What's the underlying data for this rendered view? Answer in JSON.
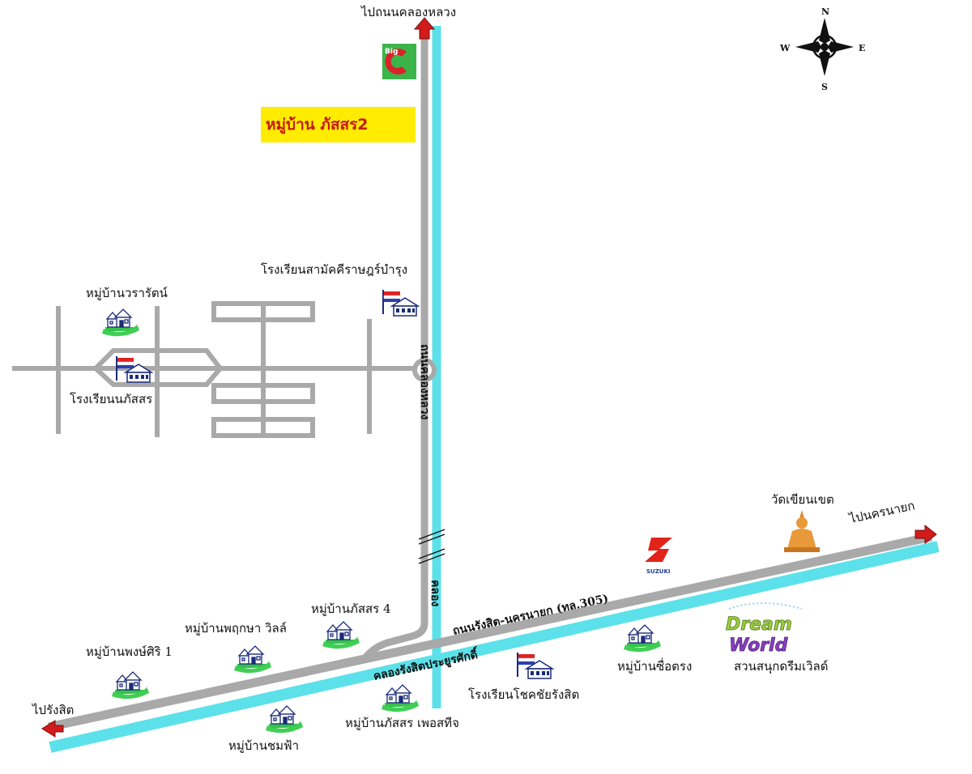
{
  "title": "หมู่บ้าน ภัสสร2",
  "top_destination": "ไปถนนคลองหลวง",
  "destinations": {
    "left": "ไปรังสิต",
    "right": "ไปนครนายก"
  },
  "compass": {
    "n": "N",
    "s": "S",
    "e": "E",
    "w": "W"
  },
  "roads": {
    "main": "ถนนรังสิต-นครนายก (ทล.305)",
    "vertical_upper": "ถนนคลองหลวง",
    "vertical_lower": "คลอง"
  },
  "canal": "คลองรังสิตประยูรศักดิ์",
  "landmarks": {
    "big_c": "Big C",
    "school_top": "โรงเรียนสามัคคีราษฎร์บำรุง",
    "village_worarat": "หมู่บ้านวรารัตน์",
    "school_nopparat": "โรงเรียนนภัสสร",
    "temple": "วัดเขียนเขต",
    "suzuki": "SUZUKI",
    "dreamworld_dream": "Dream",
    "dreamworld_world": "World",
    "dreamworld_label": "สวนสนุกดรีมเวิลด์",
    "village_pasorn4": "หมู่บ้านภัสสร 4",
    "village_pruksa": "หมู่บ้านพฤกษา วิลล์",
    "village_pongsiri": "หมู่บ้านพงษ์ศิริ 1",
    "village_chomfa": "หมู่บ้านชมฟ้า",
    "village_pasorn_perfect": "หมู่บ้านภัสสร เพอสทีจ",
    "school_chokchai": "โรงเรียนโชคชัยรังสิต",
    "village_suetrong": "หมู่บ้านซื่อตรง"
  },
  "colors": {
    "road": "#a9a9a9",
    "canal": "#5ce1ea",
    "title_bg": "#ffec00",
    "title_text": "#c81818",
    "arrow": "#d21b1b"
  }
}
